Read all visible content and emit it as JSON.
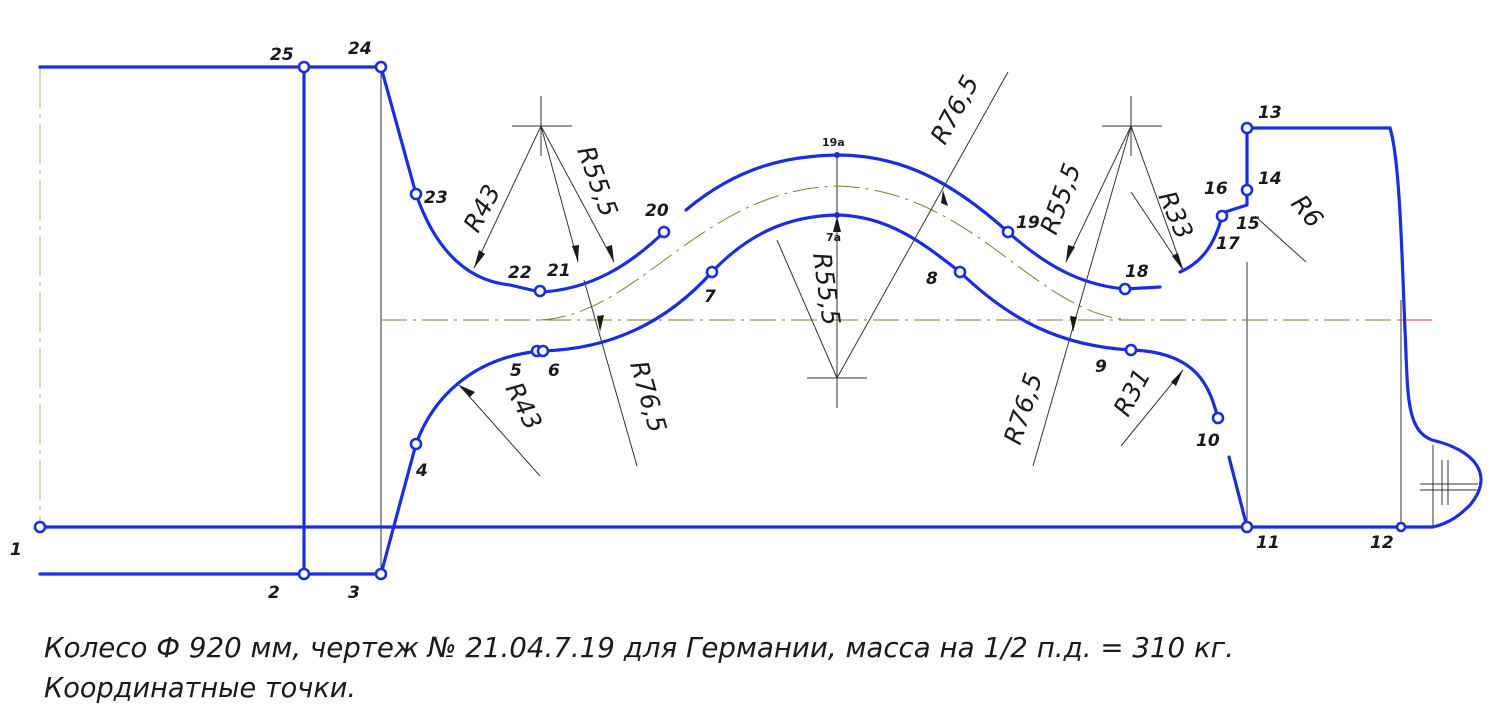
{
  "colors": {
    "profile": "#1a2ee0",
    "construction": "#333333",
    "centerline": "#8a7a2a",
    "axis_tail": "#e03030"
  },
  "points": {
    "p1": "1",
    "p2": "2",
    "p3": "3",
    "p4": "4",
    "p5": "5",
    "p6": "6",
    "p7": "7",
    "p7a": "7а",
    "p8": "8",
    "p9": "9",
    "p10": "10",
    "p11": "11",
    "p12": "12",
    "p13": "13",
    "p14": "14",
    "p15": "15",
    "p16": "16",
    "p17": "17",
    "p18": "18",
    "p19": "19",
    "p19a": "19а",
    "p20": "20",
    "p21": "21",
    "p22": "22",
    "p23": "23",
    "p24": "24",
    "p25": "25"
  },
  "dimensions": {
    "r43_top": "R43",
    "r43_bottom": "R43",
    "r55_left": "R55,5",
    "r55_right": "R55,5",
    "r55_center": "R55,5",
    "r76_top": "R76,5",
    "r76_left": "R76,5",
    "r76_right": "R76,5",
    "r33": "R33",
    "r31": "R31",
    "r6": "R6"
  },
  "caption": {
    "line1": "Колесо Ф 920 мм, чертеж № 21.04.7.19 для Германии, масса на 1/2 п.д. = 310 кг.",
    "line2": "Координатные точки."
  }
}
